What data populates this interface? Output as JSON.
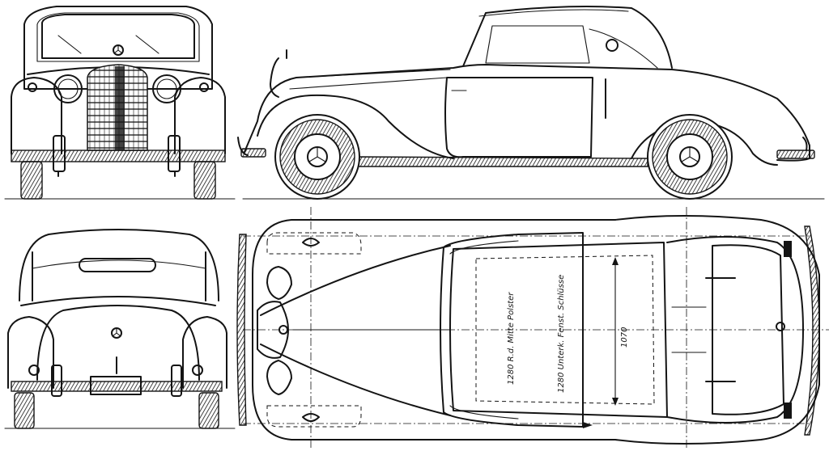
{
  "drawing": {
    "views": [
      "front-view",
      "side-view",
      "rear-view",
      "top-view"
    ],
    "annotations": {
      "roof_length_1": "1280 R.d. Mitte Polster",
      "roof_length_2": "1280 Unterk. Fenst. Schlüsse",
      "cabin_width": "1070"
    },
    "line_color": "#141414",
    "background_color": "#ffffff"
  }
}
